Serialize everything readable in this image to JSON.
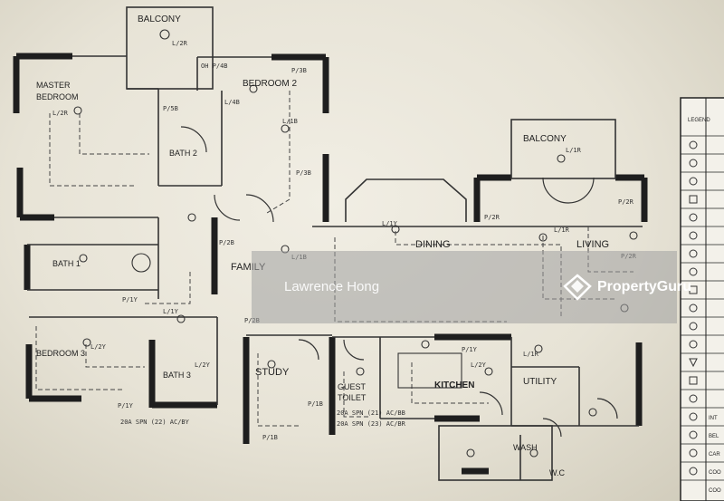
{
  "rooms": {
    "balcony_top": "BALCONY",
    "balcony_right": "BALCONY",
    "master_bedroom_1": "MASTER",
    "master_bedroom_2": "BEDROOM",
    "bedroom2": "BEDROOM 2",
    "bath2": "BATH 2",
    "bath1": "BATH 1",
    "family": "FAMILY",
    "dining": "DINING",
    "living": "LIVING",
    "bedroom3": "BEDROOM 3",
    "bath3": "BATH 3",
    "study": "STUDY",
    "guest_toilet_1": "GUEST",
    "guest_toilet_2": "TOILET",
    "kitchen": "KITCHEN",
    "utility": "UTILITY",
    "wash": "WASH",
    "wc": "W.C"
  },
  "annotations": {
    "a1": "L/2R",
    "a2": "P/3B",
    "a3": "L/1B",
    "a4": "L/1Y",
    "a5": "P/2B",
    "a6": "L/2Y",
    "a7": "P/1Y",
    "a8": "L/1R",
    "a9": "P/2R",
    "a10": "P/1B",
    "a11": "20A SPN (22) AC/BY",
    "a12": "20A SPN (21) AC/BB",
    "a13": "20A SPN (23) AC/BR",
    "a14": "P/5B",
    "a15": "L/4B",
    "a16": "OH P/4B"
  },
  "legend": {
    "title": "LEGEND",
    "items": [
      "INT",
      "BEL",
      "CAR",
      "COO",
      "COO"
    ]
  },
  "watermark": {
    "photographer": "Lawrence Hong",
    "brand": "PropertyGuru"
  }
}
